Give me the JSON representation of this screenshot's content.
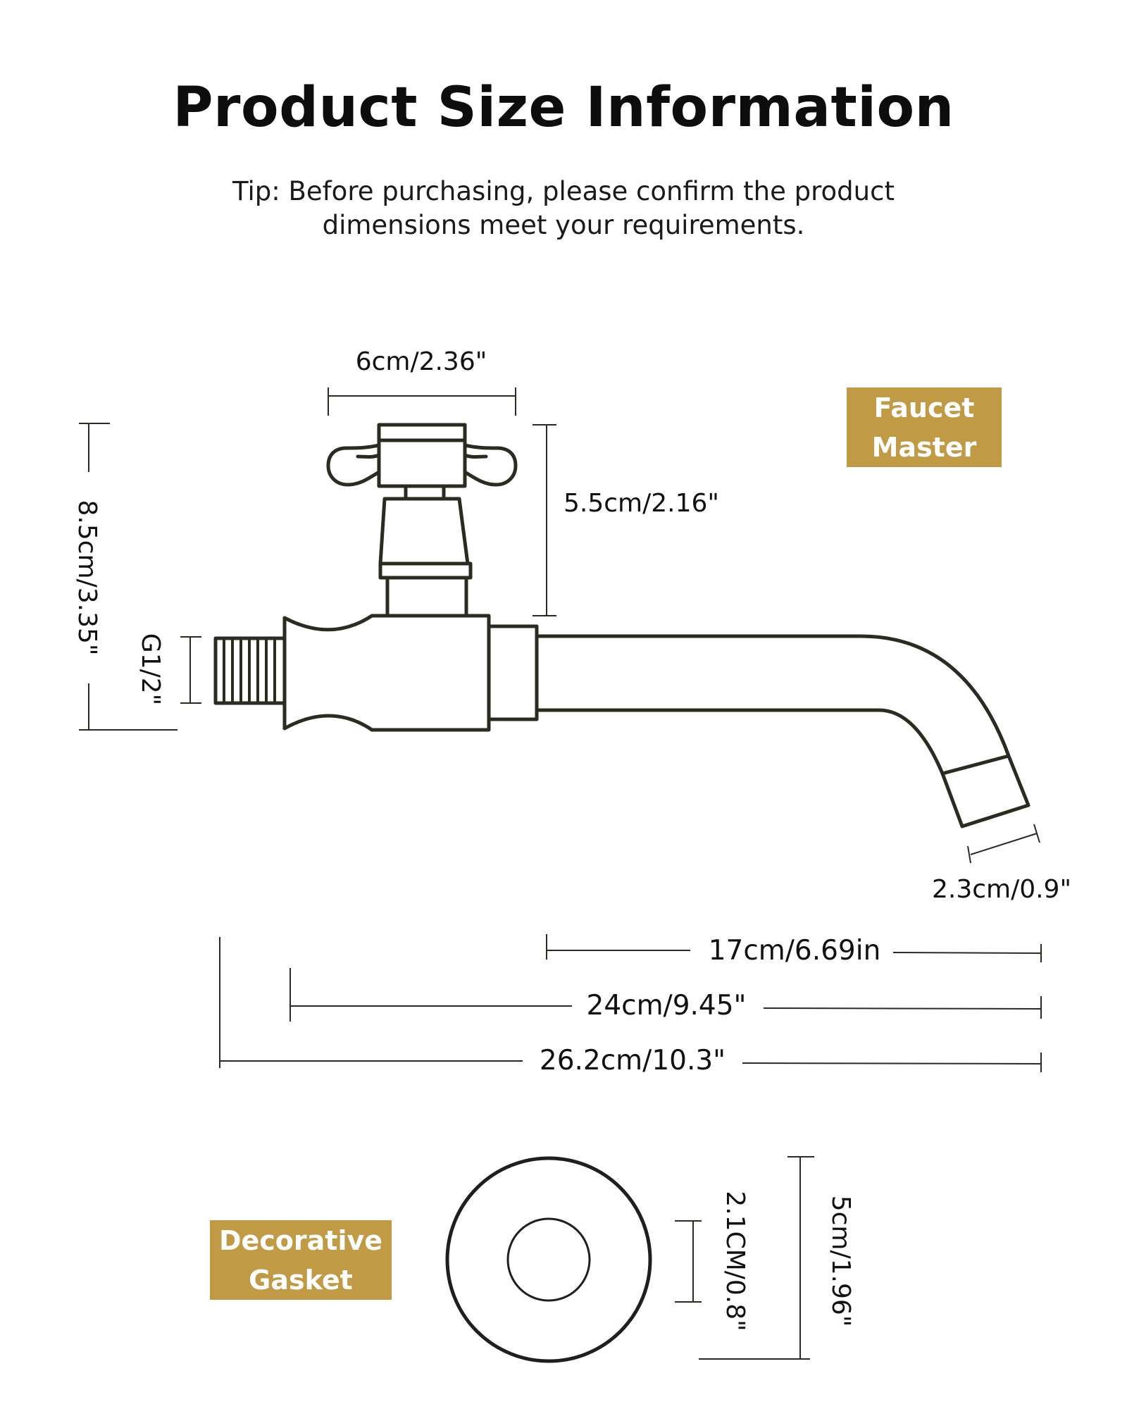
{
  "header": {
    "title": "Product Size Information",
    "tip_line1": "Tip: Before purchasing, please confirm the product",
    "tip_line2": "dimensions meet your requirements."
  },
  "labels": {
    "faucet_line1": "Faucet",
    "faucet_line2": "Master",
    "gasket_line1": "Decorative",
    "gasket_line2": "Gasket"
  },
  "dimensions": {
    "handle_width": "6cm/2.36\"",
    "handle_height": "5.5cm/2.16\"",
    "total_height": "8.5cm/3.35\"",
    "thread": "G1/2\"",
    "outlet_diameter": "2.3cm/0.9\"",
    "spout_length": "17cm/6.69in",
    "body_length": "24cm/9.45\"",
    "total_length": "26.2cm/10.3\"",
    "gasket_inner": "2.1CM/0.8\"",
    "gasket_outer": "5cm/1.96\""
  },
  "colors": {
    "badge": "#c09a45",
    "line": "#2b2b22",
    "text": "#111111"
  }
}
